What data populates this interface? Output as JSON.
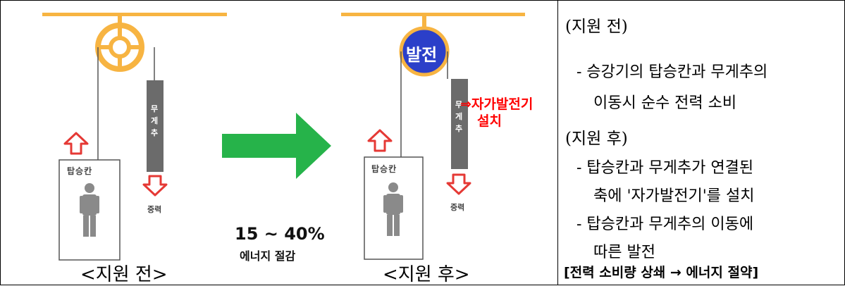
{
  "left_panel": {
    "car_label": "탑승칸",
    "weight_label": "무게추",
    "gravity_label": "중력",
    "generator_label": "발전",
    "generator_note": "⇒자가발전기",
    "generator_note_2": "설치",
    "savings_value": "15 ~ 40%",
    "savings_label": "에너지 절감",
    "caption_before": "<지원 전>",
    "caption_after": "<지원 후>"
  },
  "right_panel": {
    "before_heading": "(지원 전)",
    "before_bullet_1a": "- 승강기의 탑승칸과 무게추의",
    "before_bullet_1b": "이동시 순수 전력 소비",
    "after_heading": "(지원 후)",
    "after_bullet_1a": "- 탑승칸과 무게추가 연결된",
    "after_bullet_1b": "축에 '자가발전기'를 설치",
    "after_bullet_2a": "- 탑승칸과 무게추의 이동에",
    "after_bullet_2b": "따른 발전",
    "conclusion": "[전력 소비량 상쇄 → 에너지 절약]"
  },
  "colors": {
    "rail": "#f7b442",
    "weight": "#6b6b6b",
    "arrow_red": "#e53935",
    "generator": "#2b3fc9",
    "big_arrow": "#26b34a",
    "note_red": "#ff0000"
  }
}
